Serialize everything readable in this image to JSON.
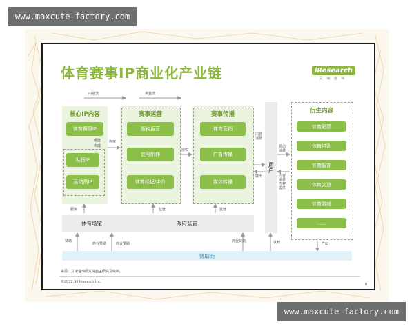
{
  "watermark": {
    "top": "www.maxcute-factory.com",
    "bottom": "www.maxcute-factory.com"
  },
  "slide": {
    "title": "体育赛事IP商业化产业链",
    "logo": "iResearch",
    "logo_sub": "艾 瑞 咨 询",
    "page_number": "8",
    "footer_source": "来源：艾瑞咨询研究院自主研究及绘制。",
    "footer_copyright": "©2022.9 iResearch Inc."
  },
  "diagram": {
    "flow_labels": {
      "content_flow": "内容流",
      "money_flow": "资金流"
    },
    "core": {
      "title": "核心IP内容",
      "items": [
        "体育赛事IP",
        "队伍IP",
        "运动员IP"
      ],
      "note_lines": [
        "组建",
        "构成"
      ]
    },
    "operations": {
      "title": "赛事运营",
      "items": [
        "版权运营",
        "信号制作",
        "体育经纪/中介"
      ]
    },
    "broadcast": {
      "title": "赛事传播",
      "items": [
        "体育营销",
        "广告传媒",
        "媒体转播"
      ]
    },
    "derivatives": {
      "title": "衍生内容",
      "items": [
        "体育彩票",
        "体育培训",
        "体育服饰",
        "体育文旅",
        "体育游戏",
        "……"
      ]
    },
    "user": "用户",
    "venue": "体育场馆",
    "government": "政府监管",
    "sponsor": "赞助商",
    "arrow_labels": {
      "purchase": "购买",
      "license": "授权",
      "content_consume_1": [
        "内容",
        "消费"
      ],
      "output": "输出",
      "content_consume_2": [
        "内容",
        "消费"
      ],
      "surrounding_consume": [
        "周边",
        "消费"
      ],
      "content_provide": [
        "内容",
        "提供"
      ],
      "service": "服务",
      "supervise_1": "监管",
      "supervise_2": "监管",
      "commercial_sponsor_1": "商业赞助",
      "sponsor_left": "赞助",
      "commercial_sponsor_2": "商业赞助",
      "commercial_sponsor_3": "商业赞助",
      "recognition": "认知",
      "product": "产出"
    }
  }
}
